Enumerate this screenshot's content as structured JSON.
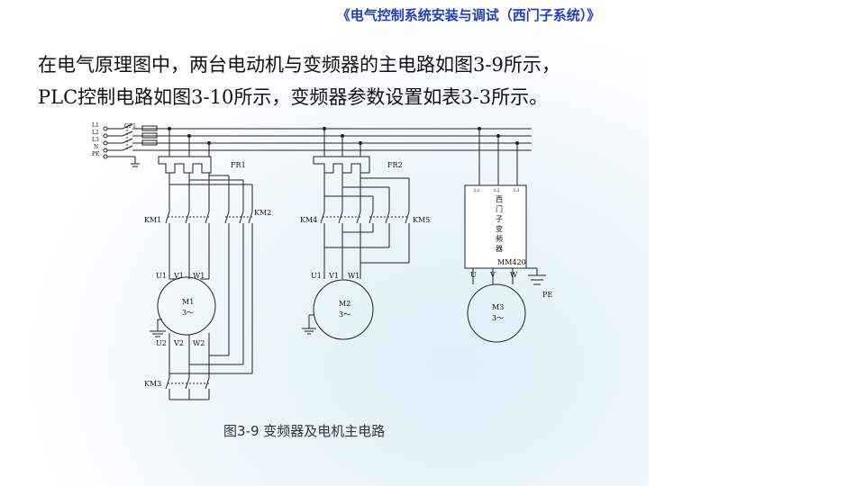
{
  "header": {
    "title": "《电气控制系统安装与调试（西门子系统）》"
  },
  "body": {
    "line1": "在电气原理图中，两台电动机与变频器的主电路如图3-9所示，",
    "line2": "PLC控制电路如图3-10所示，变频器参数设置如表3-3所示。"
  },
  "diagram": {
    "caption": "图3-9  变频器及电机主电路",
    "lines": {
      "l1": "L1",
      "l2": "L2",
      "l3": "L3",
      "n": "N",
      "pe": "PE"
    },
    "breaker": "QF1",
    "relays": {
      "fr1": "FR1",
      "fr2": "FR2"
    },
    "contactors": {
      "km1": "KM1",
      "km2": "KM2",
      "km3": "KM3",
      "km4": "KM4",
      "km5": "KM5"
    },
    "motor1": {
      "name": "M1",
      "phase": "3～",
      "top": {
        "u": "U1",
        "v": "V1",
        "w": "W1"
      },
      "bottom": {
        "u": "U2",
        "v": "V2",
        "w": "W2"
      }
    },
    "motor2": {
      "name": "M2",
      "phase": "3～",
      "top": {
        "u": "U1",
        "v": "V1",
        "w": "W1"
      }
    },
    "motor3": {
      "name": "M3",
      "phase": "3～"
    },
    "inverter": {
      "vertical_text": [
        "西",
        "门",
        "子",
        "变",
        "频",
        "器"
      ],
      "model": "MM420",
      "inputs": {
        "l1": "L1",
        "l2": "L2",
        "l3": "L3"
      },
      "outputs": {
        "u": "U",
        "v": "V",
        "w": "W"
      },
      "pe": "PE"
    }
  }
}
